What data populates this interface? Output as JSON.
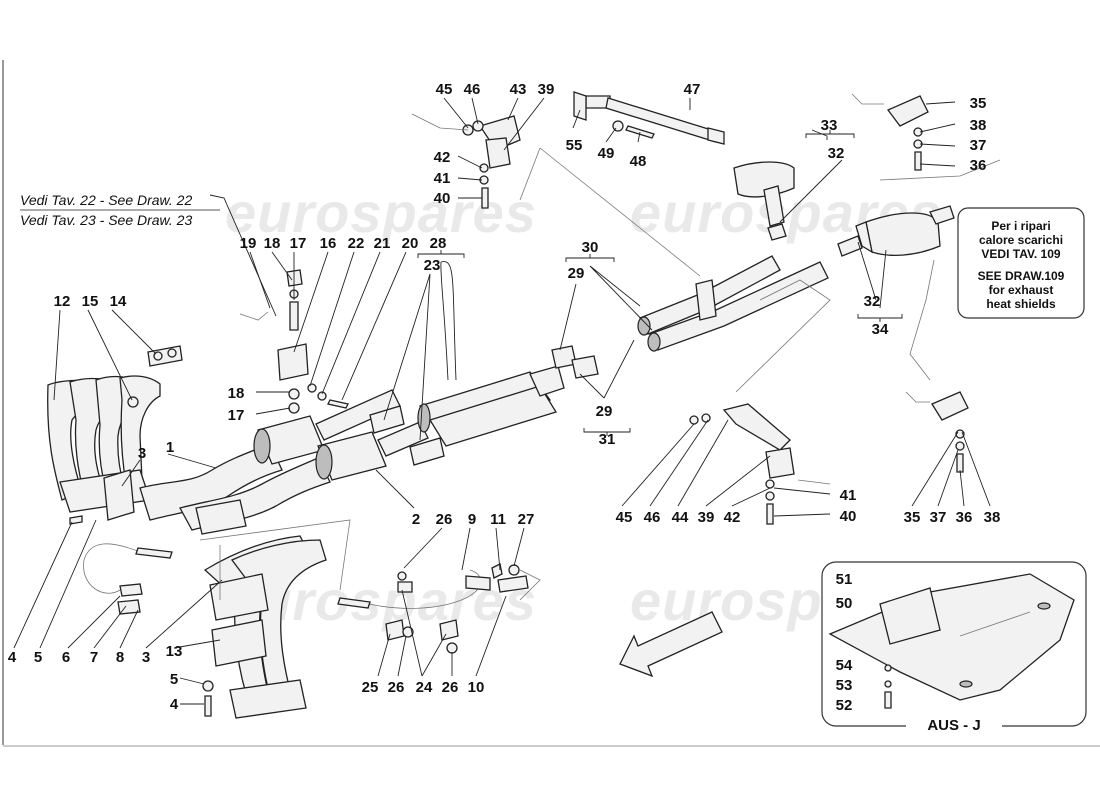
{
  "references": {
    "draw22": "Vedi Tav. 22 - See Draw. 22",
    "draw23": "Vedi Tav. 23 - See Draw. 23"
  },
  "note_box": {
    "line1": "Per i ripari",
    "line2": "calore scarichi",
    "line3": "VEDI TAV. 109",
    "line4": "SEE DRAW.109",
    "line5": "for exhaust",
    "line6": "heat shields"
  },
  "inset": {
    "title": "AUS - J"
  },
  "watermark": "eurospares",
  "labels": {
    "l45a": "45",
    "l46a": "46",
    "l43": "43",
    "l39a": "39",
    "l47": "47",
    "l55": "55",
    "l49": "49",
    "l48": "48",
    "l33": "33",
    "l32a": "32",
    "l35a": "35",
    "l38a": "38",
    "l37a": "37",
    "l36a": "36",
    "l42a": "42",
    "l41a": "41",
    "l40a": "40",
    "l19": "19",
    "l18a": "18",
    "l17a": "17",
    "l16": "16",
    "l22": "22",
    "l21": "21",
    "l20": "20",
    "l28": "28",
    "l23": "23",
    "l30": "30",
    "l29a": "29",
    "l32b": "32",
    "l34": "34",
    "l12": "12",
    "l15": "15",
    "l14": "14",
    "l18b": "18",
    "l17b": "17",
    "l3a": "3",
    "l1": "1",
    "l29b": "29",
    "l31": "31",
    "l2": "2",
    "l26a": "26",
    "l9": "9",
    "l11": "11",
    "l27": "27",
    "l41b": "41",
    "l40b": "40",
    "l45b": "45",
    "l46b": "46",
    "l44": "44",
    "l39b": "39",
    "l42b": "42",
    "l35b": "35",
    "l37b": "37",
    "l36b": "36",
    "l38b": "38",
    "l4a": "4",
    "l5a": "5",
    "l6": "6",
    "l7": "7",
    "l8": "8",
    "l3b": "3",
    "l13": "13",
    "l5b": "5",
    "l4b": "4",
    "l25": "25",
    "l26b": "26",
    "l24": "24",
    "l26c": "26",
    "l10": "10",
    "l51": "51",
    "l50": "50",
    "l54": "54",
    "l53": "53",
    "l52": "52"
  }
}
